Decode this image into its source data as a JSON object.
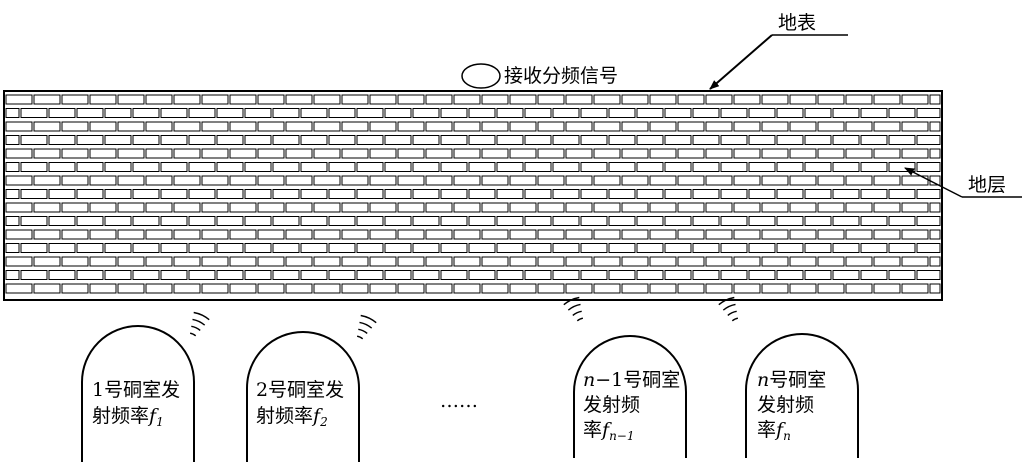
{
  "labels": {
    "surface": "地表",
    "stratum": "地层",
    "receiver": "接收分频信号",
    "ellipsis": "……"
  },
  "chambers": [
    {
      "line1": "1号硐室发",
      "line2_text": "射频率",
      "freq_sym": "f",
      "freq_sub": "1"
    },
    {
      "line1": "2号硐室发",
      "line2_text": "射频率",
      "freq_sym": "f",
      "freq_sub": "2"
    },
    {
      "line1_var": "n",
      "line1_rest": "−1号硐室",
      "line2": "发射频",
      "line3_text": "率",
      "freq_sym": "f",
      "freq_sub": "n−1"
    },
    {
      "line1_var": "n",
      "line1_rest": "号硐室",
      "line2": "发射频",
      "line3_text": "率",
      "freq_sym": "f",
      "freq_sub": "n"
    }
  ],
  "colors": {
    "stroke": "#000000",
    "brick_fill": "#ffffff"
  }
}
